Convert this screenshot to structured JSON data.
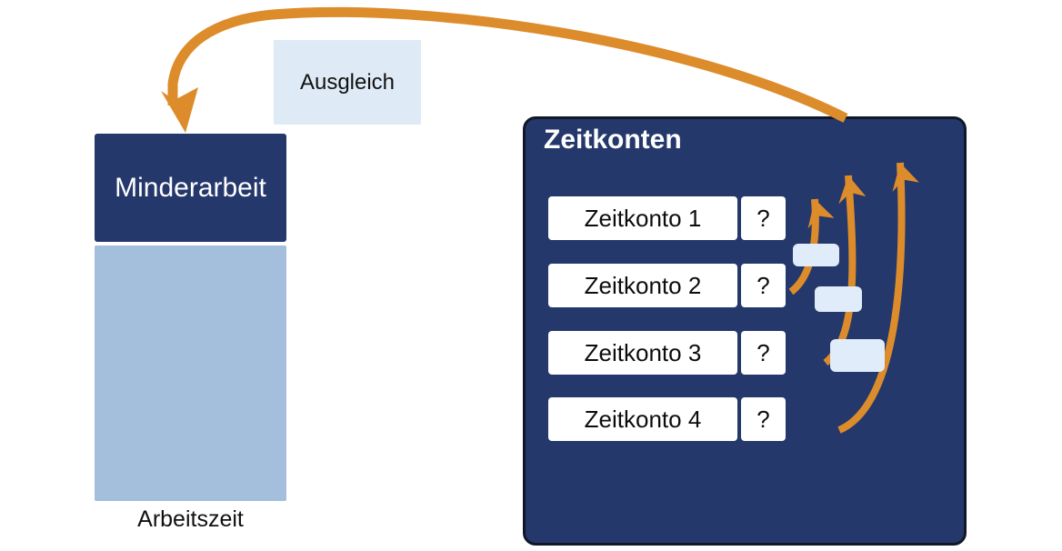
{
  "diagram": {
    "title_text": "Zeitkonten",
    "accent_orange": "#DD8C2B",
    "navy": "#25386B",
    "light_blue": "#A4BFDB",
    "pale_blue": "#DEEBF7"
  },
  "left_chart": {
    "top_segment_label": "Minderarbeit",
    "bottom_segment_label": "",
    "caption": "Arbeitszeit"
  },
  "callout": {
    "label": "Ausgleich"
  },
  "panel": {
    "title": "Zeitkonten",
    "accounts": [
      {
        "name": "Zeitkonto 1",
        "value": "?"
      },
      {
        "name": "Zeitkonto 2",
        "value": "?"
      },
      {
        "name": "Zeitkonto 3",
        "value": "?"
      },
      {
        "name": "Zeitkonto 4",
        "value": "?"
      }
    ],
    "chips": [
      "",
      "",
      ""
    ]
  }
}
